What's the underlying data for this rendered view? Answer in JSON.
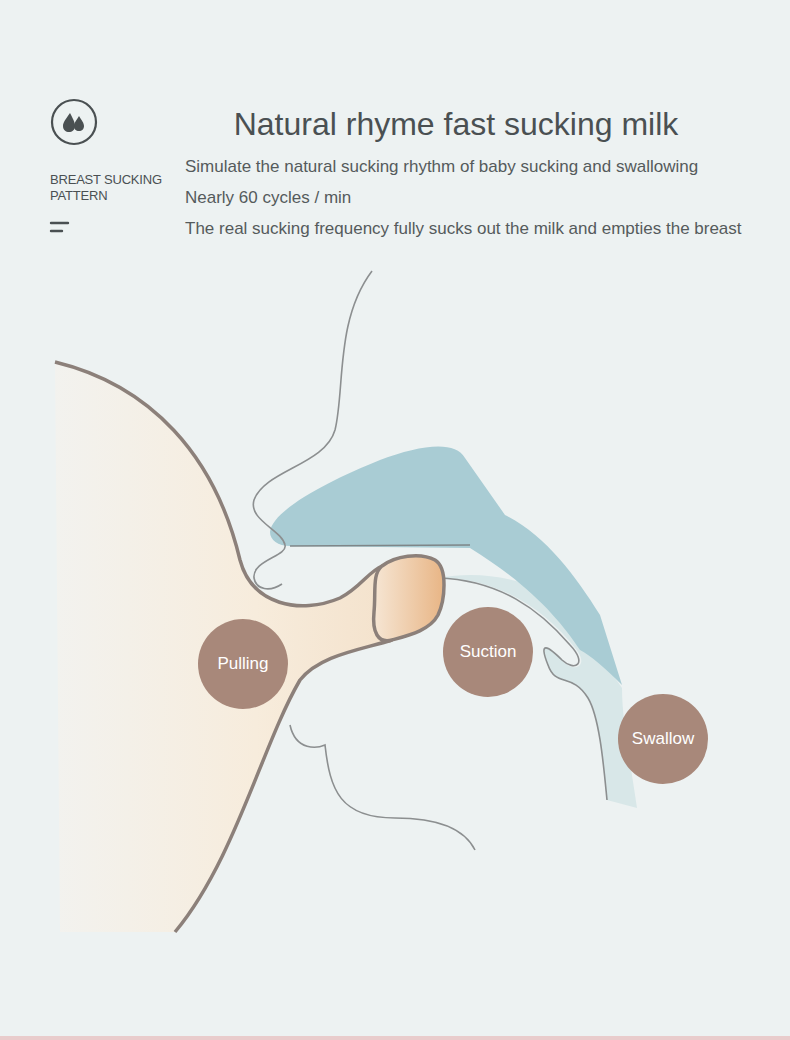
{
  "diagram": {
    "title": "Natural rhyme fast sucking milk",
    "nodes": [
      {
        "text": [
          "Pulling"
        ]
      },
      {
        "text": [
          "Suction"
        ]
      },
      {
        "text": [
          "Swallow"
        ]
      }
    ],
    "labels": [
      "BREAST SUCKING PATTERN",
      "Simulate the natural sucking rhythm of baby sucking and swallowing",
      "Nearly 60 cycles / min",
      "The real sucking frequency fully sucks out the milk and empties the breast"
    ]
  }
}
